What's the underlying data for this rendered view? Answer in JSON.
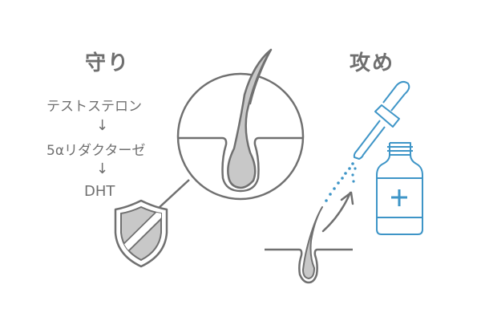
{
  "defense": {
    "title": "守り",
    "steps": [
      "テストステロン",
      "5αリダクターゼ",
      "DHT"
    ],
    "arrow": "↓"
  },
  "offense": {
    "title": "攻め"
  },
  "icons": {
    "hair_follicle_magnified": "hair-follicle-cross-section-icon",
    "shield": "shield-icon",
    "dropper": "dropper-icon",
    "bottle": "medicine-bottle-icon",
    "growth_arrow": "curved-arrow-icon",
    "small_follicle": "hair-follicle-icon"
  },
  "colors": {
    "gray_line": "#707070",
    "gray_fill": "#c8c8c8",
    "blue_accent": "#3e95c7",
    "background": "#ffffff"
  }
}
